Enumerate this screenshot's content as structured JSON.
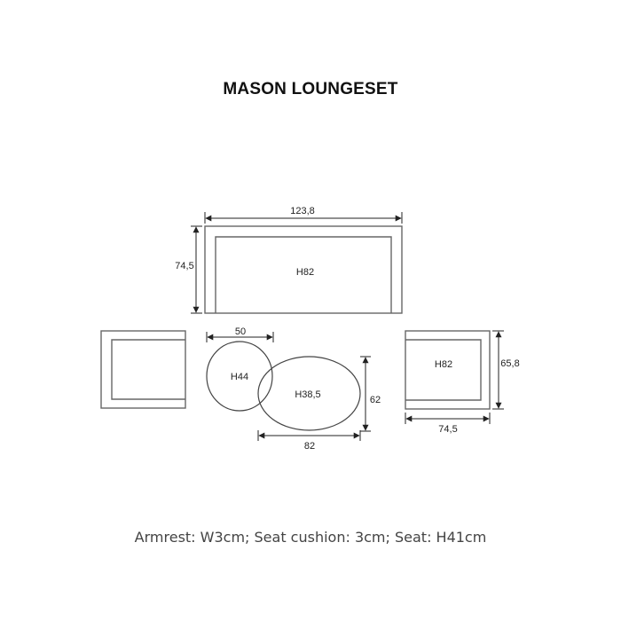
{
  "title": "MASON LOUNGESET",
  "colors": {
    "line": "#555555",
    "dimension": "#222222",
    "text": "#222222",
    "footnote": "#444444",
    "background": "#ffffff"
  },
  "sofa": {
    "label": "H82",
    "width_label": "123,8",
    "depth_label": "74,5"
  },
  "chair_left": {
    "label": ""
  },
  "chair_right": {
    "label": "H82",
    "width_label": "74,5",
    "depth_label": "65,8"
  },
  "side_table": {
    "label": "H44",
    "diameter_label": "50"
  },
  "coffee_table": {
    "label": "H38,5",
    "width_label": "82",
    "depth_label": "62"
  },
  "footnote": "Armrest: W3cm; Seat cushion: 3cm; Seat: H41cm"
}
